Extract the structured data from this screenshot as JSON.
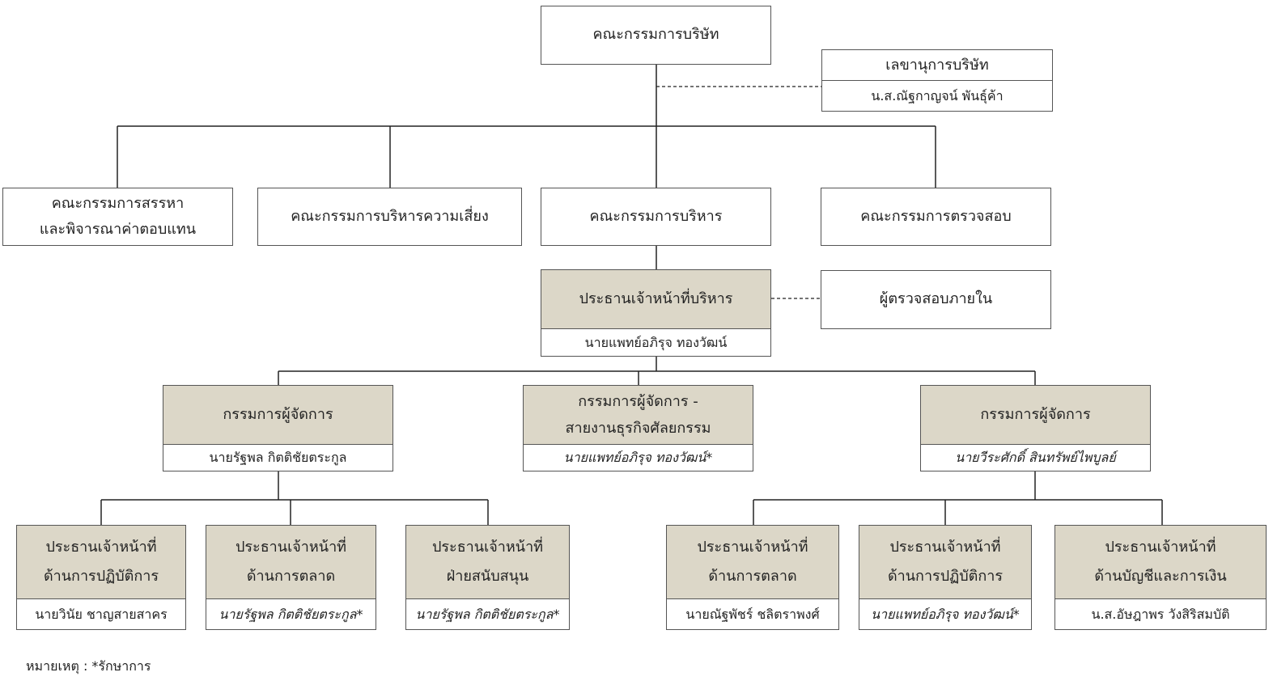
{
  "board": {
    "title": "คณะกรรมการบริษัท"
  },
  "secretary": {
    "title": "เลขานุการบริษัท",
    "name": "น.ส.ณัฐกาญจน์ พันธุ์ค้า"
  },
  "committees": {
    "nomination_line1": "คณะกรรมการสรรหา",
    "nomination_line2": "และพิจารณาค่าตอบแทน",
    "risk": "คณะกรรมการบริหารความเสี่ยง",
    "executive": "คณะกรรมการบริหาร",
    "audit": "คณะกรรมการตรวจสอบ"
  },
  "ceo": {
    "title": "ประธานเจ้าหน้าที่บริหาร",
    "name": "นายแพทย์อภิรุจ ทองวัฒน์"
  },
  "internal_audit": {
    "title": "ผู้ตรวจสอบภายใน"
  },
  "md_left": {
    "title": "กรรมการผู้จัดการ",
    "name": "นายรัฐพล กิตติชัยตระกูล"
  },
  "md_middle": {
    "title_line1": "กรรมการผู้จัดการ -",
    "title_line2": "สายงานธุรกิจศัลยกรรม",
    "name": "นายแพทย์อภิรุจ ทองวัฒน์*"
  },
  "md_right": {
    "title": "กรรมการผู้จัดการ",
    "name": "นายวีระศักดิ์ สินทรัพย์ไพบูลย์"
  },
  "chiefs": [
    {
      "line1": "ประธานเจ้าหน้าที่",
      "line2": "ด้านการปฏิบัติการ",
      "name": "นายวินัย ชาญสายสาคร"
    },
    {
      "line1": "ประธานเจ้าหน้าที่",
      "line2": "ด้านการตลาด",
      "name": "นายรัฐพล กิตติชัยตระกูล*"
    },
    {
      "line1": "ประธานเจ้าหน้าที่",
      "line2": "ฝ่ายสนับสนุน",
      "name": "นายรัฐพล กิตติชัยตระกูล*"
    },
    {
      "line1": "ประธานเจ้าหน้าที่",
      "line2": "ด้านการตลาด",
      "name": "นายณัฐพัชร์ ชลิตราพงศ์"
    },
    {
      "line1": "ประธานเจ้าหน้าที่",
      "line2": "ด้านการปฏิบัติการ",
      "name": "นายแพทย์อภิรุจ ทองวัฒน์*"
    },
    {
      "line1": "ประธานเจ้าหน้าที่",
      "line2": "ด้านบัญชีและการเงิน",
      "name": "น.ส.อัษฎาพร วังสิริสมบัติ"
    }
  ],
  "footnote": "หมายเหตุ : *รักษาการ",
  "colors": {
    "shaded": "#dcd7c8",
    "border": "#555555",
    "line": "#222222"
  }
}
